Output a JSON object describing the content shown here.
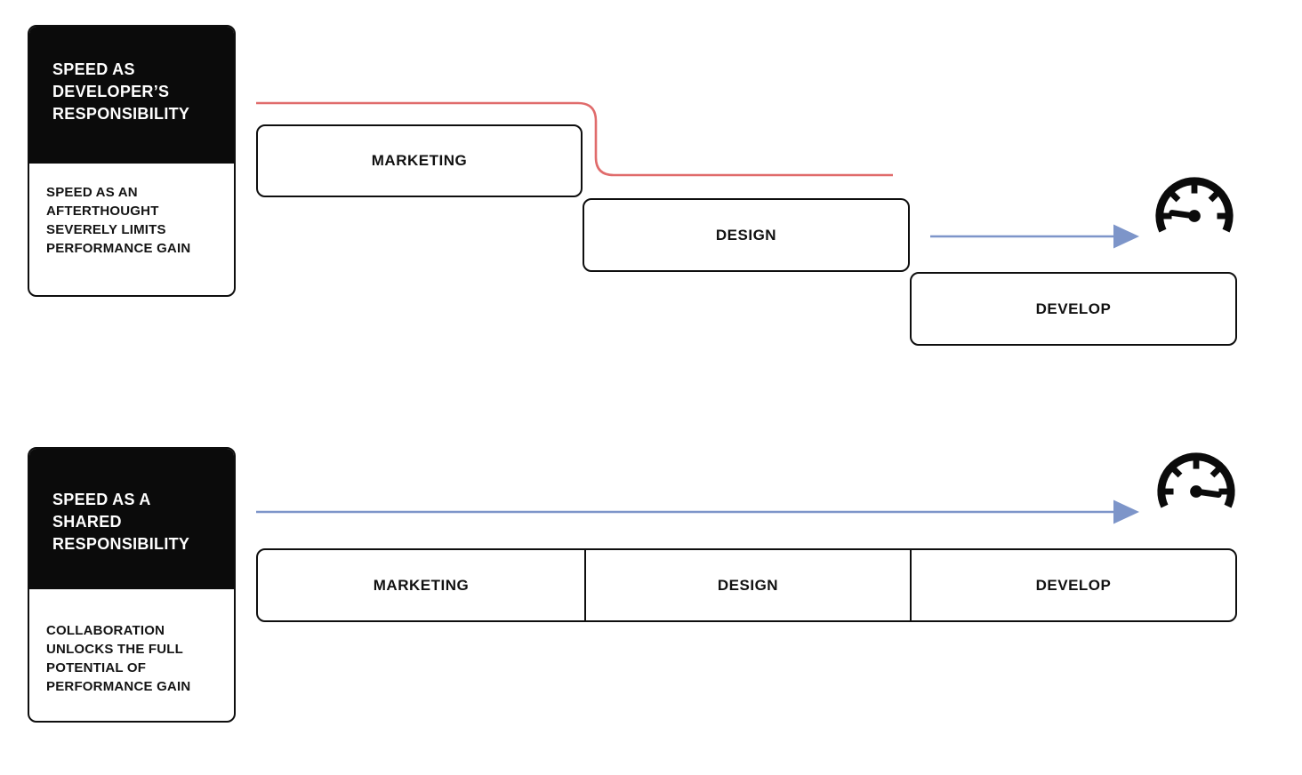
{
  "colors": {
    "ink": "#0e0e0e",
    "broken_flow_red": "#e06b6b",
    "flow_blue": "#7d95c9"
  },
  "scenario_top": {
    "card": {
      "title": "SPEED AS\nDEVELOPER’S\nRESPONSIBILITY",
      "description": "SPEED AS AN\nAFTERTHOUGHT\nSEVERELY LIMITS\nPERFORMANCE GAIN"
    },
    "phases": [
      {
        "label": "MARKETING"
      },
      {
        "label": "DESIGN"
      },
      {
        "label": "DEVELOP"
      }
    ],
    "gauge": "speedometer-low"
  },
  "scenario_bottom": {
    "card": {
      "title": "SPEED AS A\nSHARED\nRESPONSIBILITY",
      "description": "COLLABORATION\nUNLOCKS THE FULL\nPOTENTIAL OF\nPERFORMANCE GAIN"
    },
    "phases": [
      {
        "label": "MARKETING"
      },
      {
        "label": "DESIGN"
      },
      {
        "label": "DEVELOP"
      }
    ],
    "gauge": "speedometer-high"
  }
}
